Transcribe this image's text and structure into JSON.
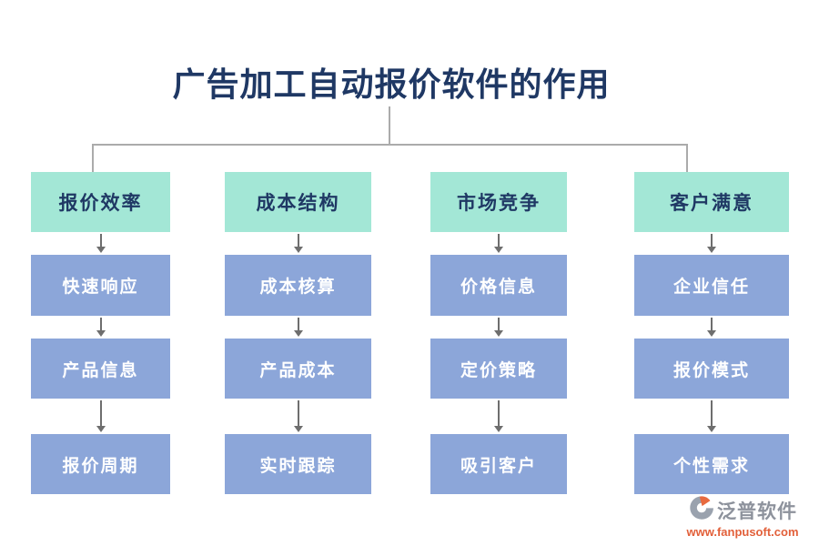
{
  "title": "广告加工自动报价软件的作用",
  "columns": [
    {
      "header": "报价效率",
      "items": [
        "快速响应",
        "产品信息",
        "报价周期"
      ]
    },
    {
      "header": "成本结构",
      "items": [
        "成本核算",
        "产品成本",
        "实时跟踪"
      ]
    },
    {
      "header": "市场竞争",
      "items": [
        "价格信息",
        "定价策略",
        "吸引客户"
      ]
    },
    {
      "header": "客户满意",
      "items": [
        "企业信任",
        "报价模式",
        "个性需求"
      ]
    }
  ],
  "branding": {
    "name": "泛普软件",
    "url": "www.fanpusoft.com"
  },
  "colors": {
    "navy": "#1f3864",
    "teal": "#a3e7d6",
    "blue": "#8ca6d9",
    "line": "#ababab",
    "arrow": "#6e6e6e",
    "gray": "#8d929c",
    "orange": "#e2603a"
  }
}
